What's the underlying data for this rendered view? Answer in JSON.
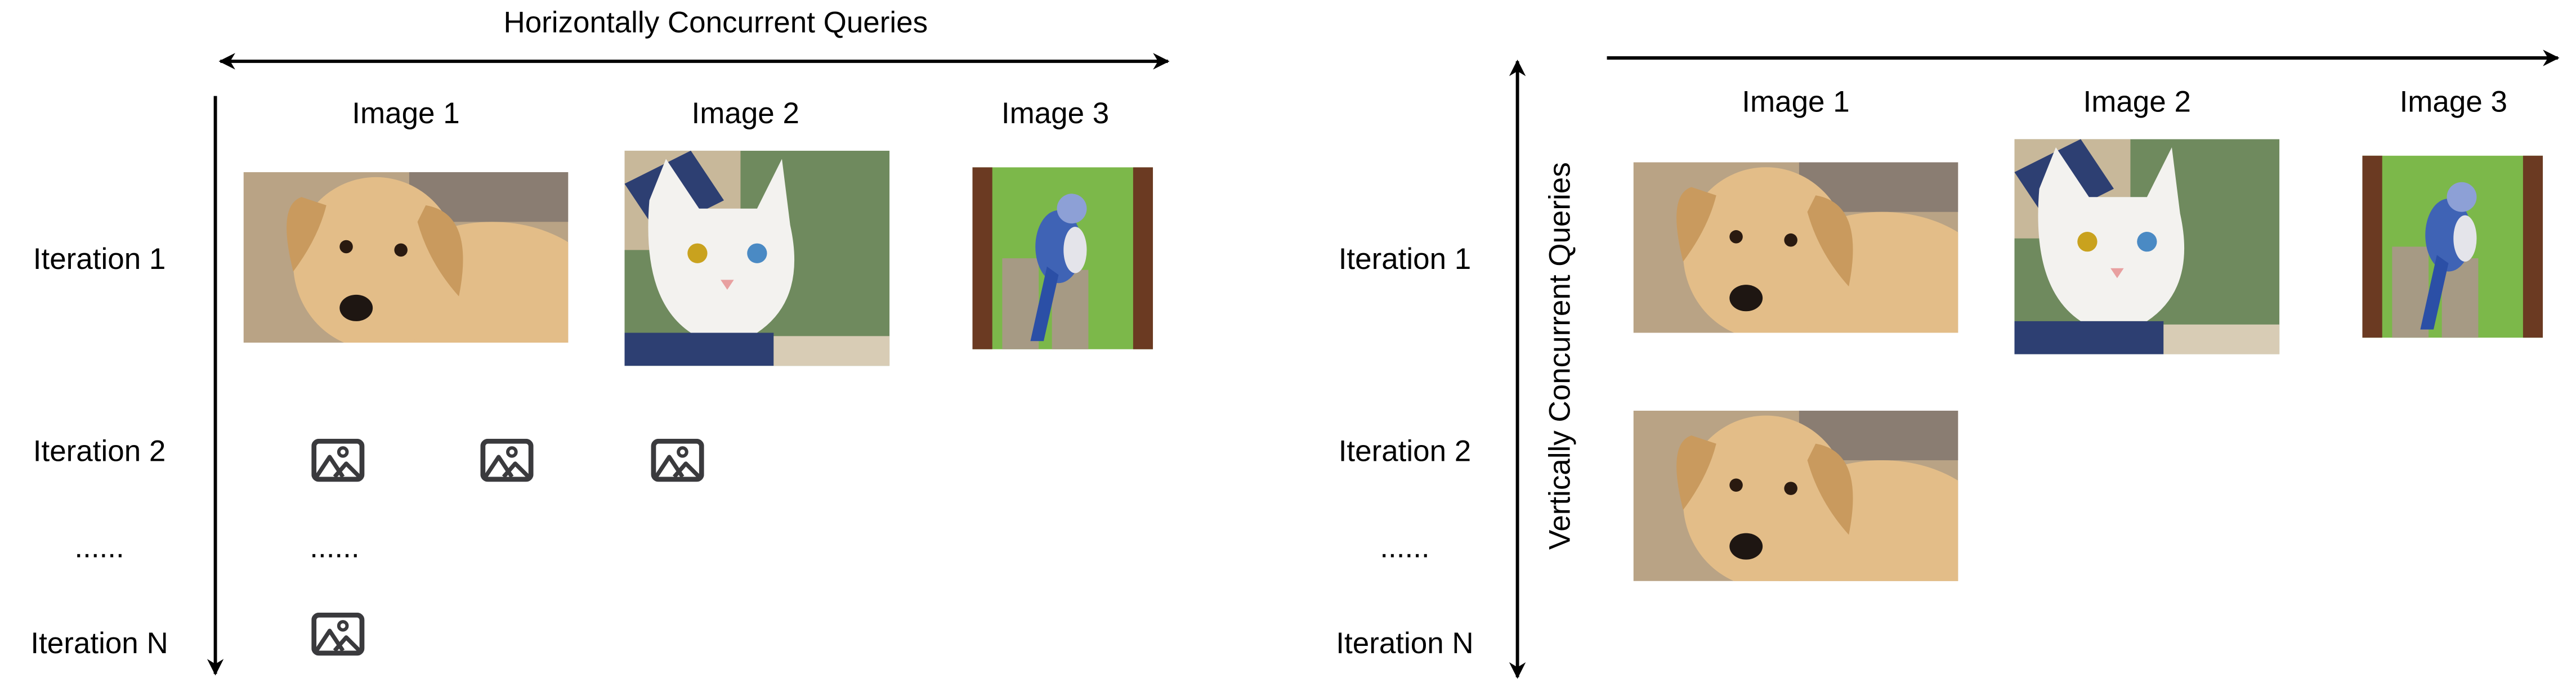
{
  "left": {
    "title": "Horizontally Concurrent Queries",
    "columns": [
      "Image 1",
      "Image 2",
      "Image 3"
    ],
    "rows": [
      "Iteration 1",
      "Iteration 2",
      "......",
      "Iteration N"
    ],
    "ellipsis": "......"
  },
  "right": {
    "title": "Vertically Concurrent Queries",
    "columns": [
      "Image 1",
      "Image 2",
      "Image 3"
    ],
    "rows": [
      "Iteration 1",
      "Iteration 2",
      "......",
      "Iteration N"
    ]
  },
  "icons": {
    "placeholder": "image-placeholder-icon"
  },
  "colors": {
    "dog": "#e3bd88",
    "cat_bg": "#6f8a5e",
    "bird_bg": "#7cb84a",
    "icon": "#3a3a3d"
  }
}
